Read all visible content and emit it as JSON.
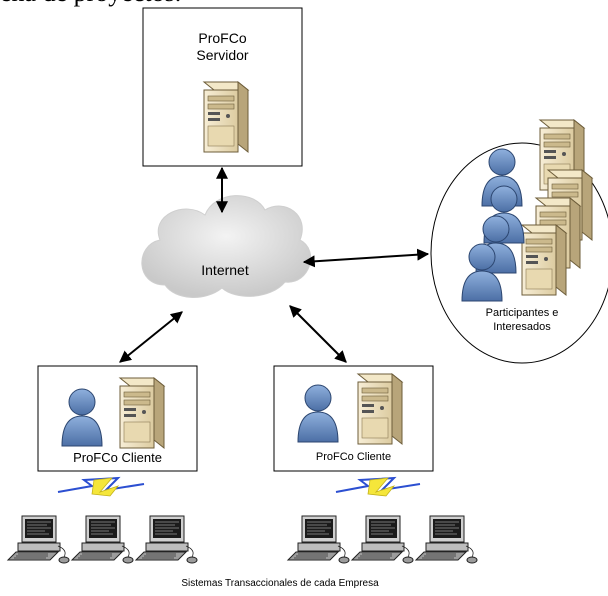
{
  "page": {
    "top_text": "ena de proyectos."
  },
  "nodes": {
    "server_box": {
      "title_line1": "ProFCo",
      "title_line2": "Servidor"
    },
    "internet": {
      "label": "Internet"
    },
    "participants": {
      "label_line1": "Participantes e",
      "label_line2": "Interesados"
    },
    "client_left": {
      "label": "ProFCo Cliente"
    },
    "client_right": {
      "label": "ProFCo Cliente"
    },
    "footer": {
      "label": "Sistemas Transaccionales de cada Empresa"
    }
  },
  "icons": {
    "server": "server-tower-icon",
    "user": "user-person-icon",
    "workstation": "desktop-workstation-icon",
    "cloud": "cloud-icon",
    "lightning": "lightning-link-icon"
  },
  "colors": {
    "server_beige": "#efe3c2",
    "server_shadow": "#b8a57a",
    "user_blue": "#6f95c7",
    "user_dark": "#3e5f8c",
    "cloud": "#d9d9d9",
    "bolt_yellow": "#f5e63a",
    "bolt_blue": "#2c4fd1"
  }
}
